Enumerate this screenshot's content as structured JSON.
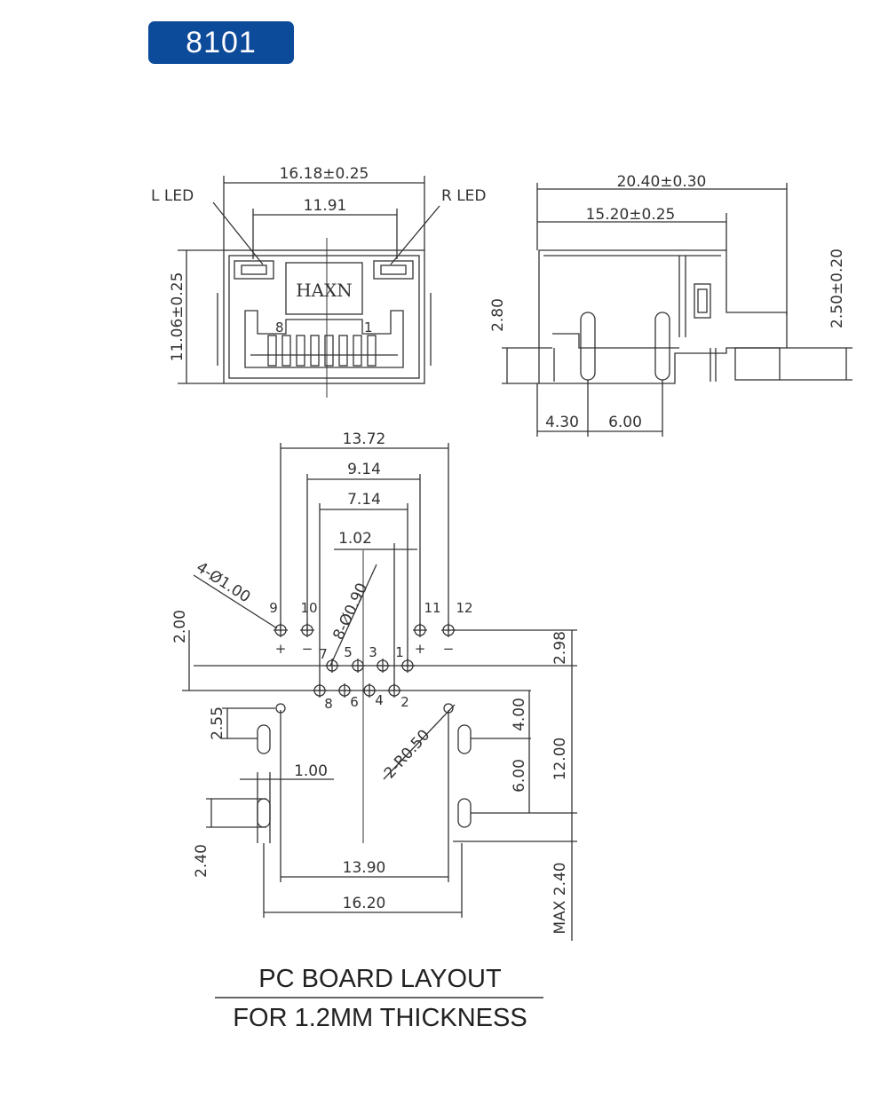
{
  "badge": {
    "model": "8101"
  },
  "front_view": {
    "width_outer": "16.18±0.25",
    "width_inner": "11.91",
    "height": "11.06±0.25",
    "left_led": "L LED",
    "right_led": "R LED",
    "brand": "HAXN",
    "pin_first": "8",
    "pin_last": "1"
  },
  "side_view": {
    "depth_total": "20.40±0.30",
    "depth_body": "15.20±0.25",
    "height_right": "2.50±0.20",
    "height_left": "2.80",
    "offset_a": "4.30",
    "offset_b": "6.00"
  },
  "pcb_layout": {
    "d_13_72": "13.72",
    "d_9_14": "9.14",
    "d_7_14": "7.14",
    "d_1_02": "1.02",
    "hole_led": "4-Ø1.00",
    "hole_signal": "8-Ø0.90",
    "d_2_00": "2.00",
    "d_2_98": "2.98",
    "d_2_55": "2.55",
    "d_1_00": "1.00",
    "d_2_40": "2.40",
    "d_4_00": "4.00",
    "d_6_00": "6.00",
    "d_12_00": "12.00",
    "radius": "2-R0.50",
    "d_13_90": "13.90",
    "d_16_20": "16.20",
    "d_max_2_40": "MAX 2.40",
    "pins": {
      "p9": "9",
      "p10": "10",
      "p11": "11",
      "p12": "12",
      "p7": "7",
      "p5": "5",
      "p3": "3",
      "p1": "1",
      "p8": "8",
      "p6": "6",
      "p4": "4",
      "p2": "2"
    },
    "plus": "+",
    "minus": "−"
  },
  "caption": {
    "line1": "PC BOARD LAYOUT",
    "line2": "FOR 1.2MM THICKNESS"
  }
}
